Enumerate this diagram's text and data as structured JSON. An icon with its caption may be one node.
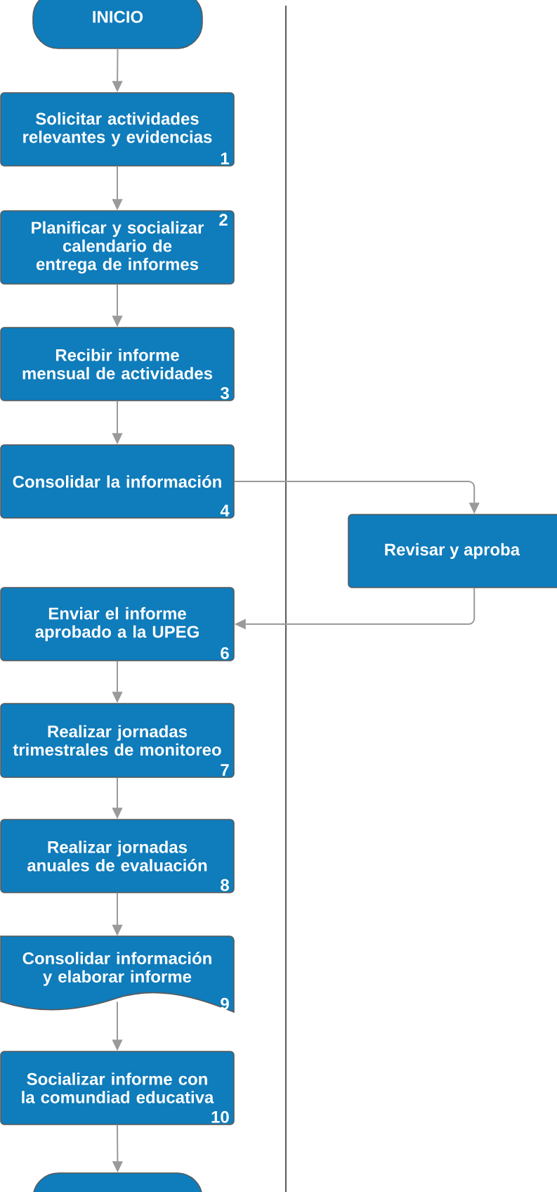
{
  "diagram": {
    "nodes": [
      {
        "text": [
          "INICIO"
        ]
      },
      {
        "text": [
          "Solicitar actividades relevantes y evidencias",
          "1"
        ]
      },
      {
        "text": [
          "Planificar y socializar calendario de entrega de informes",
          "2"
        ]
      },
      {
        "text": [
          "Recibir informe mensual de actividades",
          "3"
        ]
      },
      {
        "text": [
          "Consolidar la información",
          "4"
        ]
      },
      {
        "text": [
          "Revisar y aproba"
        ]
      },
      {
        "text": [
          "Enviar el informe aprobado a la UPEG",
          "6"
        ]
      },
      {
        "text": [
          "Realizar jornadas trimestrales de monitoreo",
          "7"
        ]
      },
      {
        "text": [
          "Realizar jornadas anuales de evaluación",
          "8"
        ]
      },
      {
        "text": [
          "Consolidar información y elaborar informe",
          "9"
        ]
      },
      {
        "text": [
          "Socializar informe con la comundiad educativa",
          "10"
        ]
      },
      {
        "text": [],
        "shape": "terminal"
      }
    ],
    "edges": [
      {
        "from": 0,
        "to": 1,
        "arrow": "to"
      },
      {
        "from": 1,
        "to": 2,
        "arrow": "to"
      },
      {
        "from": 2,
        "to": 3,
        "arrow": "to"
      },
      {
        "from": 3,
        "to": 4,
        "arrow": "to"
      },
      {
        "from": 4,
        "to": 5,
        "arrow": "to"
      },
      {
        "from": 5,
        "to": 6,
        "arrow": "to"
      },
      {
        "from": 6,
        "to": 7,
        "arrow": "to"
      },
      {
        "from": 7,
        "to": 8,
        "arrow": "to"
      },
      {
        "from": 8,
        "to": 9,
        "arrow": "to"
      },
      {
        "from": 9,
        "to": 10,
        "arrow": "to"
      },
      {
        "from": 10,
        "to": 11,
        "arrow": "to"
      }
    ]
  }
}
